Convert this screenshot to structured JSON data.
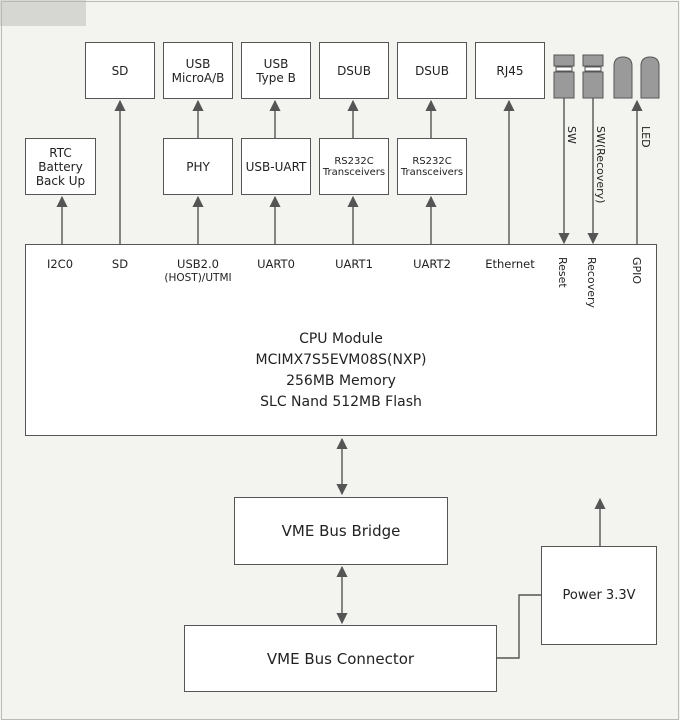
{
  "top_blocks": {
    "sd": "SD",
    "usb_microab_1": "USB",
    "usb_microab_2": "MicroA/B",
    "usb_typeb_1": "USB",
    "usb_typeb_2": "Type B",
    "dsub1": "DSUB",
    "dsub2": "DSUB",
    "rj45": "RJ45"
  },
  "mid_blocks": {
    "rtc_1": "RTC",
    "rtc_2": "Battery",
    "rtc_3": "Back Up",
    "phy": "PHY",
    "usb_uart": "USB-UART",
    "rs232c_1a": "RS232C",
    "rs232c_1b": "Transceivers",
    "rs232c_2a": "RS232C",
    "rs232c_2b": "Transceivers"
  },
  "side_labels": {
    "sw": "SW",
    "sw_recovery": "SW(Recovery)",
    "led": "LED"
  },
  "cpu_ports": {
    "i2c0": "I2C0",
    "sd": "SD",
    "usb_1": "USB2.0",
    "usb_2": "(HOST)/UTMI",
    "uart0": "UART0",
    "uart1": "UART1",
    "uart2": "UART2",
    "ethernet": "Ethernet",
    "reset": "Reset",
    "recovery": "Recovery",
    "gpio": "GPIO"
  },
  "cpu": {
    "line1": "CPU Module",
    "line2": "MCIMX7S5EVM08S(NXP)",
    "line3": "256MB Memory",
    "line4": "SLC Nand 512MB Flash"
  },
  "bottom_blocks": {
    "bridge": "VME Bus Bridge",
    "connector": "VME Bus Connector",
    "power": "Power 3.3V"
  }
}
